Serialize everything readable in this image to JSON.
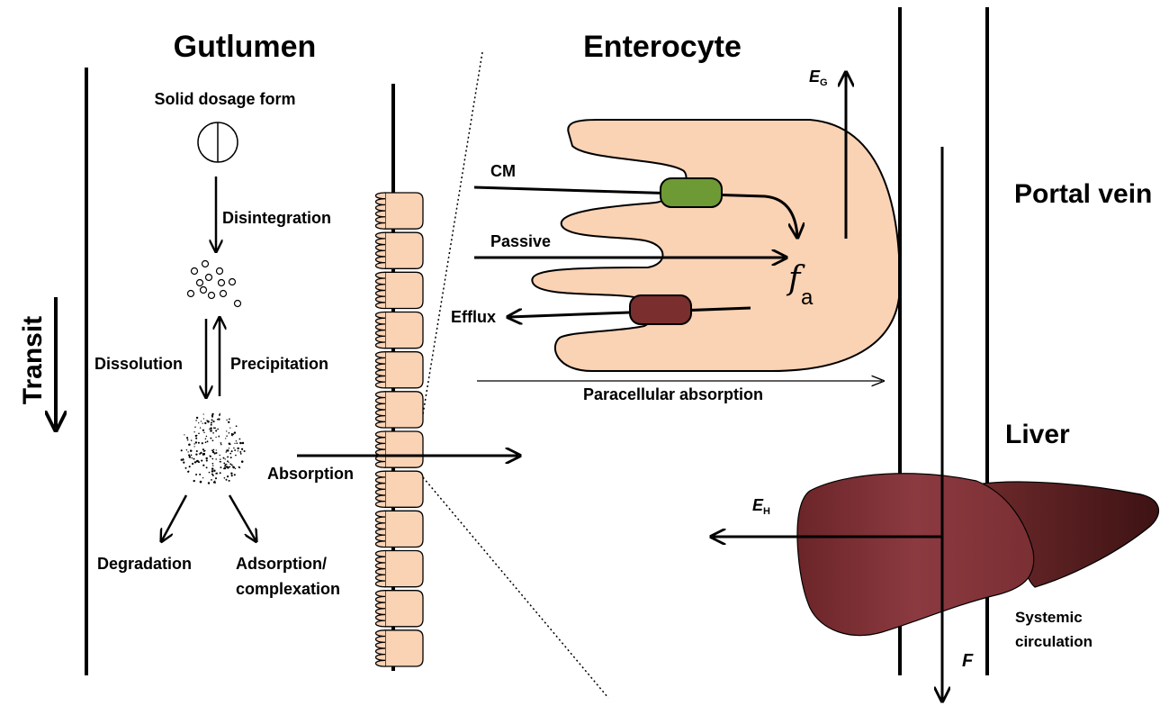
{
  "headers": {
    "gut_lumen": "Gutlumen",
    "enterocyte": "Enterocyte",
    "portal_vein": "Portal vein",
    "liver": "Liver",
    "transit": "Transit"
  },
  "gut_labels": {
    "solid_dosage_form": "Solid dosage form",
    "disintegration": "Disintegration",
    "dissolution": "Dissolution",
    "precipitation": "Precipitation",
    "absorption": "Absorption",
    "degradation": "Degradation",
    "adsorption_line1": "Adsorption/",
    "adsorption_line2": "complexation"
  },
  "enterocyte_labels": {
    "cm": "CM",
    "passive": "Passive",
    "efflux": "Efflux",
    "paracellular": "Paracellular absorption",
    "fa_main": "f",
    "fa_sub": "a",
    "eg_main": "E",
    "eg_sub": "G"
  },
  "liver_labels": {
    "eh_main": "E",
    "eh_sub": "H",
    "f": "F",
    "systemic_line1": "Systemic",
    "systemic_line2": "circulation"
  },
  "colors": {
    "tissue": "#FAD2B4",
    "transporter_in": "#6E9A35",
    "transporter_out": "#7A2E2E",
    "liver_front": "#8A3A3F",
    "liver_back": "#5A1E20",
    "line": "#000000"
  }
}
